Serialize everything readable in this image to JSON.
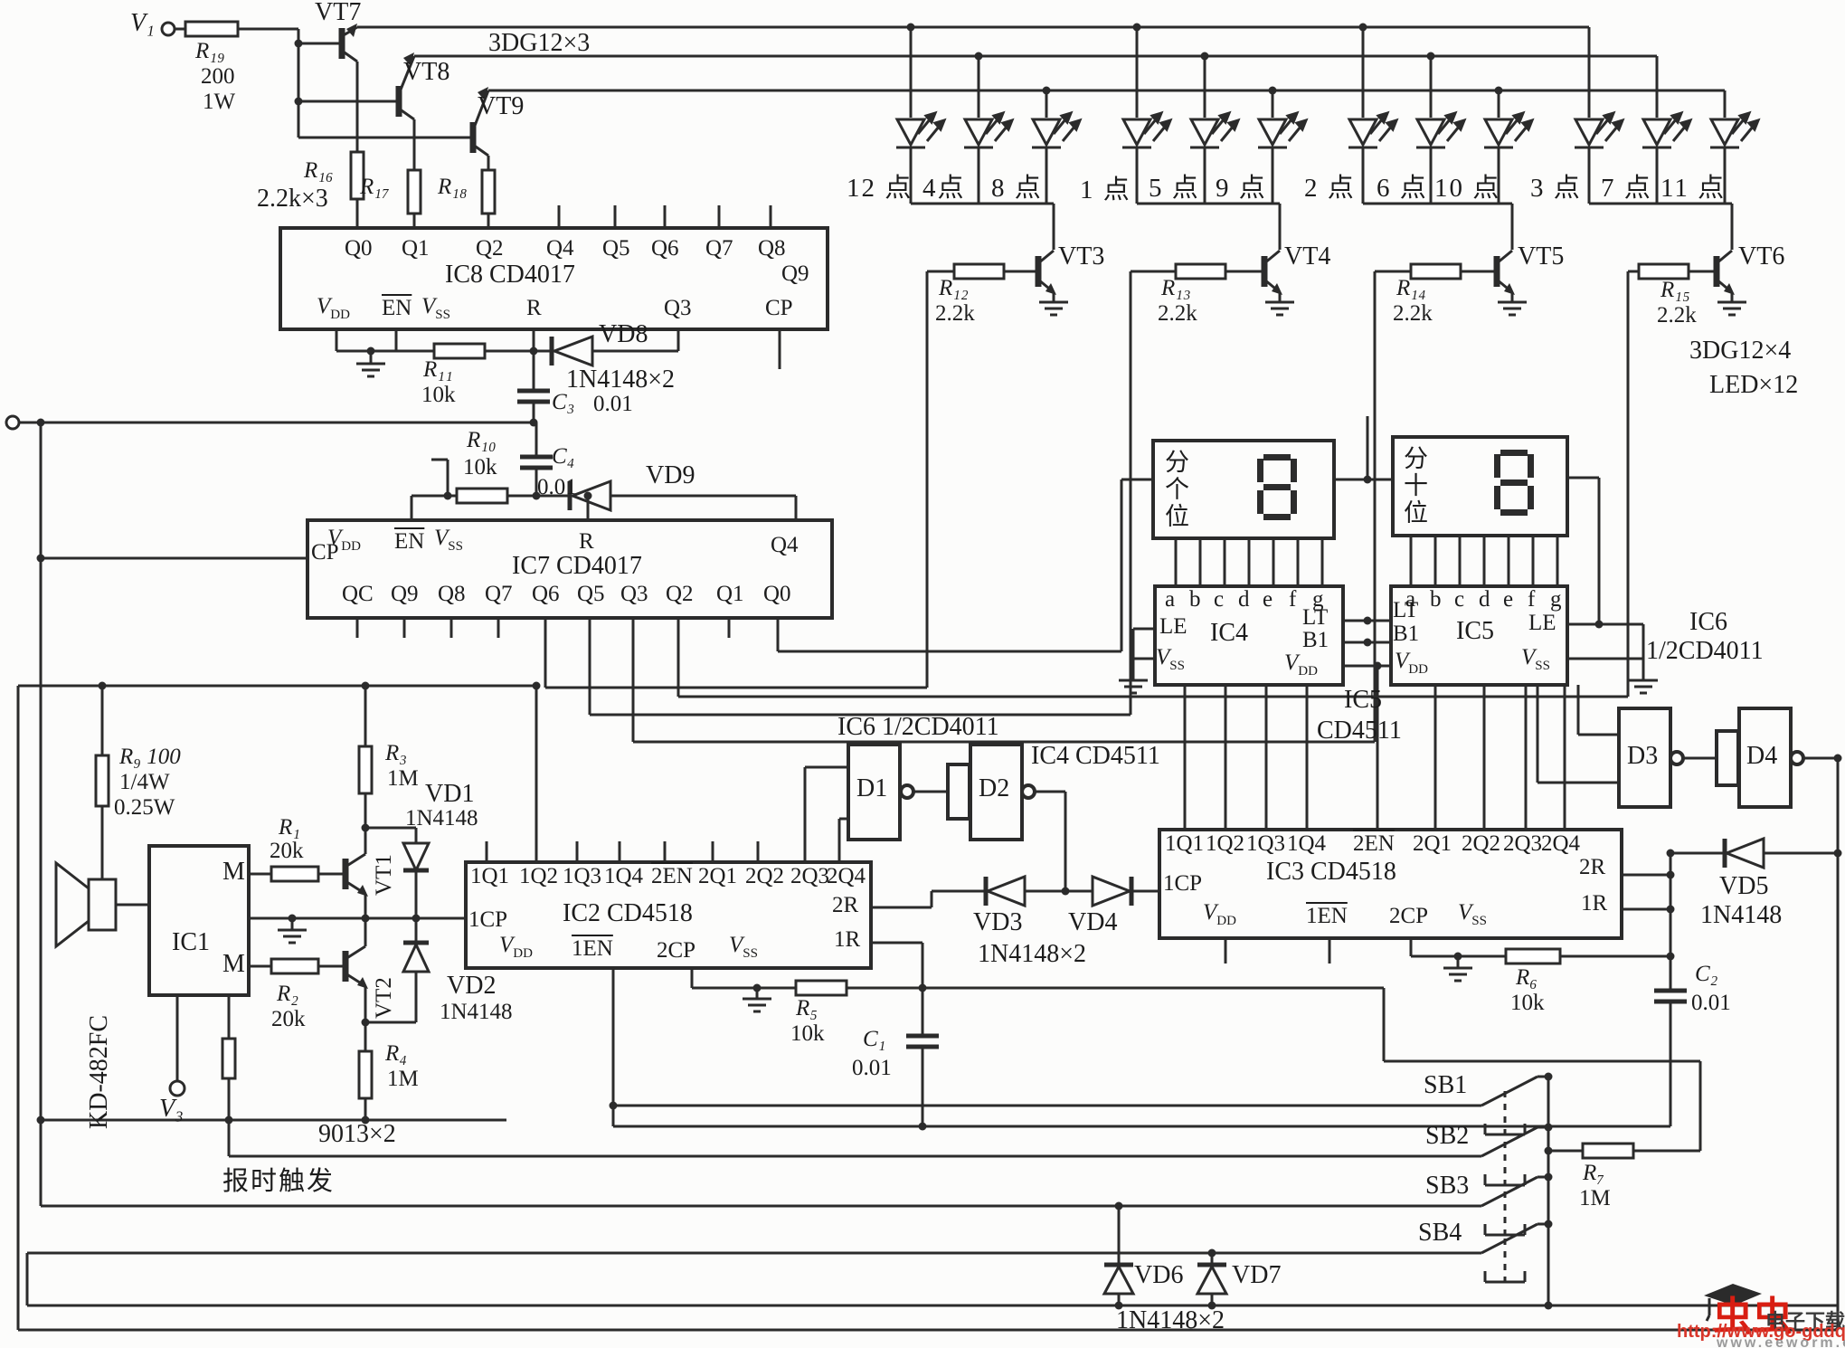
{
  "terminals": {
    "v1": "V₁",
    "v3": "V₃"
  },
  "annotations": {
    "transistors_top": "3DG12×3",
    "res_top": "2.2k×3",
    "transistors_right": "3DG12×4",
    "led_count": "LED×12",
    "nd_top": "1N4148×2",
    "nd_mid": "1N4148×2",
    "nd_bottom": "1N4148×2",
    "pair_9013": "9013×2",
    "trigger": "报时触发",
    "ic6_top": "IC6 1/2CD4011",
    "ic4_ref": "IC4 CD4511",
    "ic5_ref_1": "IC5",
    "ic5_ref_2": "CD4511",
    "ic6_right_1": "IC6",
    "ic6_right_2": "1/2CD4011"
  },
  "transistors": {
    "vt1": "VT1",
    "vt2": "VT2",
    "vt3": "VT3",
    "vt4": "VT4",
    "vt5": "VT5",
    "vt6": "VT6",
    "vt7": "VT7",
    "vt8": "VT8",
    "vt9": "VT9"
  },
  "resistors": {
    "r19": {
      "ref": "R₁₉",
      "v1": "200",
      "v2": "1W"
    },
    "r16": {
      "ref": "R₁₆"
    },
    "r17": {
      "ref": "R₁₇"
    },
    "r18": {
      "ref": "R₁₈"
    },
    "r11": {
      "ref": "R₁₁",
      "val": "10k"
    },
    "r10": {
      "ref": "R₁₀",
      "val": "10k"
    },
    "r12": {
      "ref": "R₁₂",
      "val": "2.2k"
    },
    "r13": {
      "ref": "R₁₃",
      "val": "2.2k"
    },
    "r14": {
      "ref": "R₁₄",
      "val": "2.2k"
    },
    "r15": {
      "ref": "R₁₅",
      "val": "2.2k"
    },
    "r9": {
      "l1": "R₉ 100",
      "l2": "1/4W",
      "l3": "0.25W"
    },
    "r1": {
      "ref": "R₁",
      "val": "20k"
    },
    "r2": {
      "ref": "R₂",
      "val": "20k"
    },
    "r3": {
      "ref": "R₃",
      "val": "1M"
    },
    "r4": {
      "ref": "R₄",
      "val": "1M"
    },
    "r5": {
      "ref": "R₅",
      "val": "10k"
    },
    "r6": {
      "ref": "R₆",
      "val": "10k"
    },
    "r7": {
      "ref": "R₇",
      "val": "1M"
    }
  },
  "caps": {
    "c1": {
      "ref": "C₁",
      "val": "0.01"
    },
    "c2": {
      "ref": "C₂",
      "val": "0.01"
    },
    "c3": {
      "ref": "C₃",
      "val": "0.01"
    },
    "c4": {
      "ref": "C₄",
      "val": "0.01"
    }
  },
  "diodes": {
    "vd1": {
      "ref": "VD1",
      "val": "1N4148"
    },
    "vd2": {
      "ref": "VD2",
      "val": "1N4148"
    },
    "vd3": {
      "ref": "VD3"
    },
    "vd4": {
      "ref": "VD4"
    },
    "vd5": {
      "ref": "VD5",
      "val": "1N4148"
    },
    "vd6": {
      "ref": "VD6"
    },
    "vd7": {
      "ref": "VD7"
    },
    "vd8": {
      "ref": "VD8"
    },
    "vd9": {
      "ref": "VD9"
    }
  },
  "ic8": {
    "name": "IC8 CD4017",
    "pins_top": [
      "Q0",
      "Q1",
      "Q2",
      "Q4",
      "Q5",
      "Q6",
      "Q7",
      "Q8"
    ],
    "q9": "Q9",
    "vm": "V",
    "vds": "DD",
    "en": "EN",
    "vsm": "V",
    "vss": "SS",
    "r": "R",
    "q3": "Q3",
    "cp": "CP"
  },
  "ic7": {
    "name": "IC7 CD4017",
    "cp": "CP",
    "vm": "V",
    "vds": "DD",
    "en": "EN",
    "vsm": "V",
    "vss": "SS",
    "r": "R",
    "q4": "Q4",
    "pins_bottom": [
      "QC",
      "Q9",
      "Q8",
      "Q7",
      "Q6",
      "Q5",
      "Q3",
      "Q2",
      "Q1",
      "Q0"
    ]
  },
  "ic2": {
    "name": "IC2 CD4518",
    "pins_top": [
      "1Q1",
      "1Q2",
      "1Q3",
      "1Q4",
      "2EN",
      "2Q1",
      "2Q2",
      "2Q3",
      "2Q4"
    ],
    "cp1": "1CP",
    "r2": "2R",
    "r1": "1R",
    "vm": "V",
    "vds": "DD",
    "en1": "1EN",
    "cp2": "2CP",
    "vsm": "V",
    "vss": "SS"
  },
  "ic3": {
    "name": "IC3 CD4518",
    "pins_top": [
      "1Q1",
      "1Q2",
      "1Q3",
      "1Q4",
      "2EN",
      "2Q1",
      "2Q2",
      "2Q3",
      "2Q4"
    ],
    "cp1": "1CP",
    "r2": "2R",
    "r1": "1R",
    "vm": "V",
    "vds": "DD",
    "en1": "1EN",
    "cp2": "2CP",
    "vsm": "V",
    "vss": "SS"
  },
  "ic4": {
    "name": "IC4",
    "seg": [
      "a",
      "b",
      "c",
      "d",
      "e",
      "f",
      "g"
    ],
    "le": "LE",
    "lt": "LT",
    "b1": "B1",
    "vm": "V",
    "vds": "DD",
    "vsm": "V",
    "vss": "SS"
  },
  "ic5": {
    "name": "IC5",
    "seg": [
      "a",
      "b",
      "c",
      "d",
      "e",
      "f",
      "g"
    ],
    "le": "LE",
    "lt": "LT",
    "b1": "B1",
    "vm": "V",
    "vds": "DD",
    "vsm": "V",
    "vss": "SS"
  },
  "ic1": {
    "name": "IC1",
    "chip": "KD-482FC",
    "m1": "M",
    "m2": "M"
  },
  "displays": {
    "units": "分个位",
    "tens": "分十位"
  },
  "gates": {
    "d1": "D1",
    "d2": "D2",
    "d3": "D3",
    "d4": "D4"
  },
  "leds": [
    "12 点",
    "4点",
    "8 点",
    "1 点",
    "5 点",
    "9 点",
    "2 点",
    "6 点",
    "10 点",
    "3 点",
    "7 点",
    "11 点"
  ],
  "switches": [
    "SB1",
    "SB2",
    "SB3",
    "SB4"
  ],
  "watermark": {
    "logo": "虫虫",
    "site": "电子下载站",
    "url1": "http://www.go-gddq.com",
    "url2": "www.eeworm.com"
  }
}
